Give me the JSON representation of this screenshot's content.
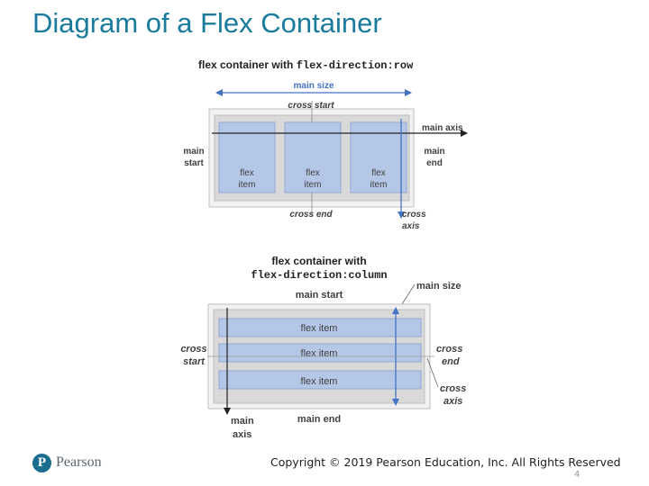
{
  "slide": {
    "title": "Diagram of a Flex Container",
    "brand": "Pearson",
    "copyright": "Copyright © 2019 Pearson Education, Inc. All Rights Reserved",
    "page_number": "4"
  },
  "row_diagram": {
    "caption_prefix": "flex container with ",
    "caption_code": "flex-direction:row",
    "main_size": "main size",
    "cross_start": "cross start",
    "cross_end": "cross end",
    "main_axis": "main axis",
    "main_start": [
      "main",
      "start"
    ],
    "main_end": [
      "main",
      "end"
    ],
    "cross_axis": [
      "cross",
      "axis"
    ],
    "items": [
      [
        "flex",
        "item"
      ],
      [
        "flex",
        "item"
      ],
      [
        "flex",
        "item"
      ]
    ]
  },
  "column_diagram": {
    "caption_line1": "flex container with",
    "caption_code": "flex-direction:column",
    "main_start": "main start",
    "main_end": "main end",
    "main_size": "main size",
    "cross_start": [
      "cross",
      "start"
    ],
    "cross_end": [
      "cross",
      "end"
    ],
    "cross_axis": [
      "cross",
      "axis"
    ],
    "main_axis": [
      "main",
      "axis"
    ],
    "items": [
      "flex item",
      "flex item",
      "flex item"
    ]
  },
  "colors": {
    "title": "#1b7b9c",
    "flex_item_fill": "#b4c7e7",
    "container_fill": "#d9d9d9",
    "label_text": "#404040",
    "blue_arrow": "#4472c4"
  }
}
